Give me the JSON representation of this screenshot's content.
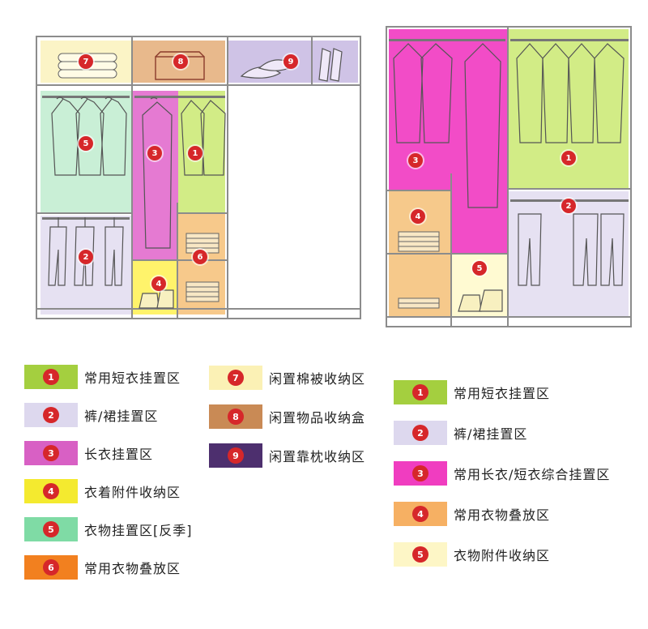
{
  "colors": {
    "green": "#d2ec86",
    "lavender": "#e1dcef",
    "magenta": "#e57ad2",
    "yellow": "#fff36b",
    "mint": "#c9efd6",
    "orange": "#f4a96d",
    "cream": "#fbf4c6",
    "tan": "#e8b98c",
    "purple": "#4d2f6e",
    "hotpink": "#f24cc7",
    "peach": "#f6c98b",
    "pale": "#fffad2",
    "badge": "#d6272a"
  },
  "left_wardrobe": {
    "badges": [
      "7",
      "8",
      "9",
      "5",
      "3",
      "1",
      "2",
      "6",
      "4"
    ]
  },
  "right_wardrobe": {
    "badges": [
      "3",
      "1",
      "2",
      "4",
      "5"
    ]
  },
  "legend_left": [
    {
      "num": "1",
      "label": "常用短衣挂置区",
      "color": "#a4cf3f"
    },
    {
      "num": "2",
      "label": "裤/裙挂置区",
      "color": "#ddd8ee"
    },
    {
      "num": "3",
      "label": "长衣挂置区",
      "color": "#d860c4"
    },
    {
      "num": "4",
      "label": "衣着附件收纳区",
      "color": "#f4ea2f"
    },
    {
      "num": "5",
      "label": "衣物挂置区[反季]",
      "color": "#7fdba5"
    },
    {
      "num": "6",
      "label": "常用衣物叠放区",
      "color": "#f2801f"
    }
  ],
  "legend_mid": [
    {
      "num": "7",
      "label": "闲置棉被收纳区",
      "color": "#fbf1b5"
    },
    {
      "num": "8",
      "label": "闲置物品收纳盒",
      "color": "#c98a55"
    },
    {
      "num": "9",
      "label": "闲置靠枕收纳区",
      "color": "#4d2f6e"
    }
  ],
  "legend_right": [
    {
      "num": "1",
      "label": "常用短衣挂置区",
      "color": "#a4cf3f"
    },
    {
      "num": "2",
      "label": "裤/裙挂置区",
      "color": "#ddd8ee"
    },
    {
      "num": "3",
      "label": "常用长衣/短衣综合挂置区",
      "color": "#f03dc0"
    },
    {
      "num": "4",
      "label": "常用衣物叠放区",
      "color": "#f6b063"
    },
    {
      "num": "5",
      "label": "衣物附件收纳区",
      "color": "#fdf6c6"
    }
  ]
}
